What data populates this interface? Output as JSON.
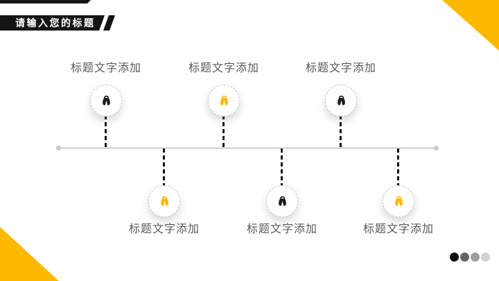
{
  "slide": {
    "banner_title": "请输入您的标题"
  },
  "colors": {
    "accent_yellow": "#FCB900",
    "ink_black": "#141414",
    "label_gray": "#595959",
    "line_gray": "#DCDCDC"
  },
  "timeline": {
    "items": [
      {
        "position": "top",
        "label": "标题文字添加",
        "icon": "backpack-icon",
        "icon_color": "#1b1b1b"
      },
      {
        "position": "bottom",
        "label": "标题文字添加",
        "icon": "backpack-icon",
        "icon_color": "#FCB900"
      },
      {
        "position": "top",
        "label": "标题文字添加",
        "icon": "backpack-icon",
        "icon_color": "#FCB900"
      },
      {
        "position": "bottom",
        "label": "标题文字添加",
        "icon": "backpack-icon",
        "icon_color": "#1b1b1b"
      },
      {
        "position": "top",
        "label": "标题文字添加",
        "icon": "backpack-icon",
        "icon_color": "#1b1b1b"
      },
      {
        "position": "bottom",
        "label": "标题文字添加",
        "icon": "backpack-icon",
        "icon_color": "#FCB900"
      }
    ]
  },
  "pagination": {
    "dots": [
      "#0d0d0d",
      "#636363",
      "#9c9c9c",
      "#d2d2d2"
    ]
  }
}
